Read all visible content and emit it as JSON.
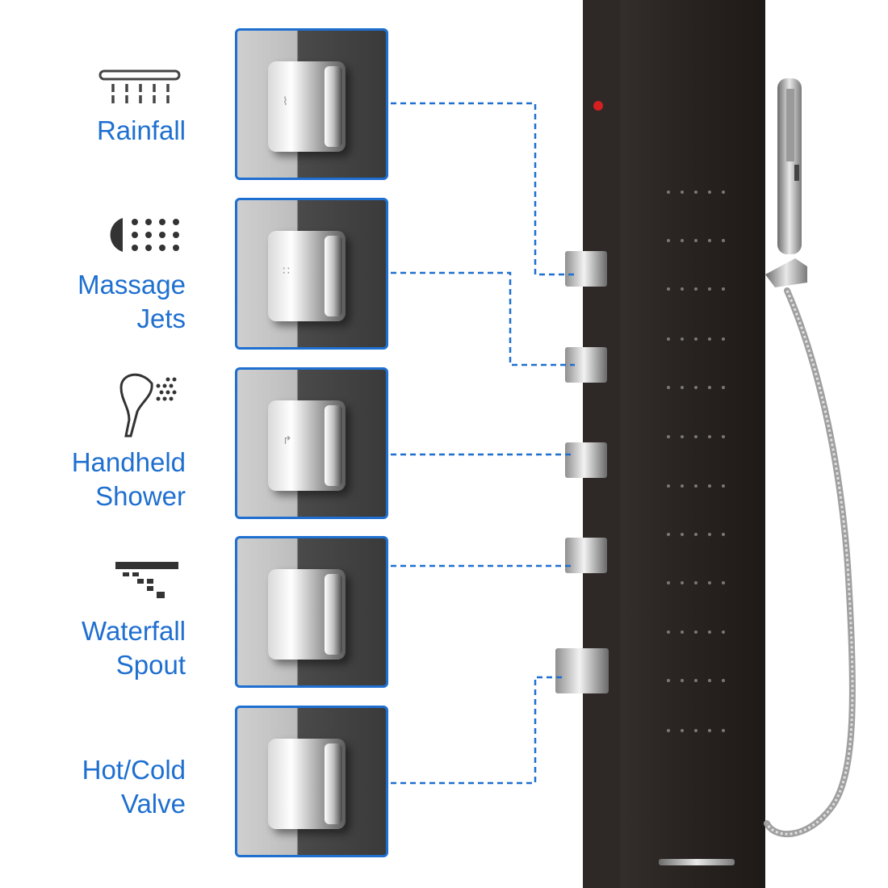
{
  "labels": {
    "rainfall": [
      "Rainfall"
    ],
    "massage": [
      "Massage",
      "Jets"
    ],
    "handheld": [
      "Handheld",
      "Shower"
    ],
    "waterfall": [
      "Waterfall",
      "Spout"
    ],
    "valve": [
      "Hot/Cold",
      "Valve"
    ]
  },
  "icons": [
    "rainfall-shower-icon",
    "massage-jets-icon",
    "handheld-shower-icon",
    "waterfall-spout-icon"
  ],
  "colors": {
    "accent": "#1e6fd0",
    "panel": "#2b2623",
    "knob": "#c8c8c8"
  }
}
